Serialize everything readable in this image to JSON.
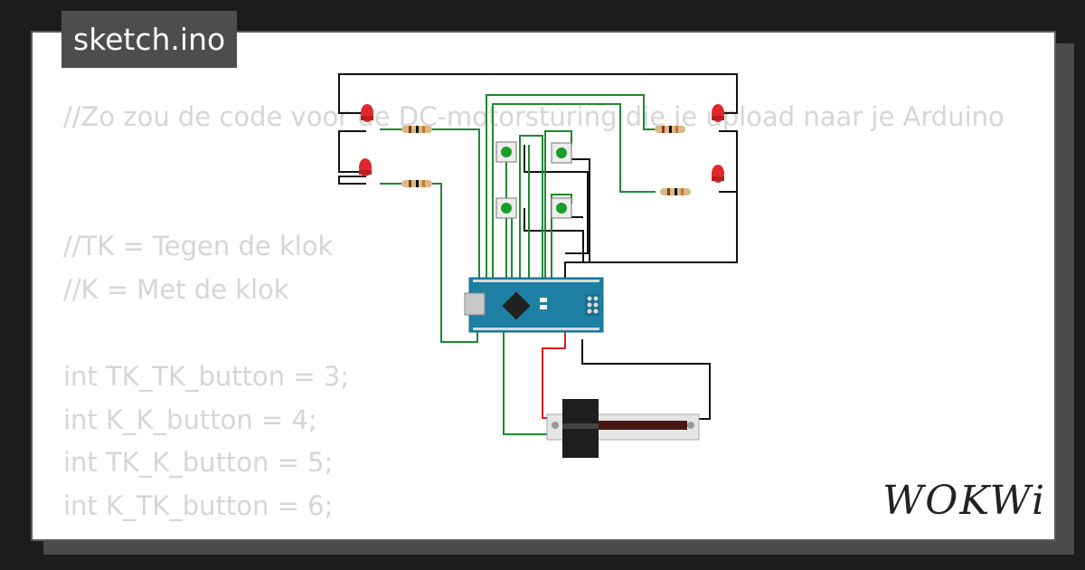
{
  "file_tab": {
    "label": "sketch.ino"
  },
  "code_lines": [
    "//Zo zou de code voor de DC-motorsturing die je upload naar je Arduino",
    "",
    "",
    "//TK = Tegen de klok",
    "//K = Met de klok",
    "",
    "int TK_TK_button = 3;",
    "int K_K_button = 4;",
    "int TK_K_button = 5;",
    "int K_TK_button = 6;"
  ],
  "brand": {
    "logo": "WOKWi"
  },
  "colors": {
    "wire_black": "#111111",
    "wire_green": "#1e8a2e",
    "wire_red": "#e01b1b",
    "board": "#1d7fa3",
    "led": "#e0282b",
    "button_cap": "#1a9e2a"
  }
}
